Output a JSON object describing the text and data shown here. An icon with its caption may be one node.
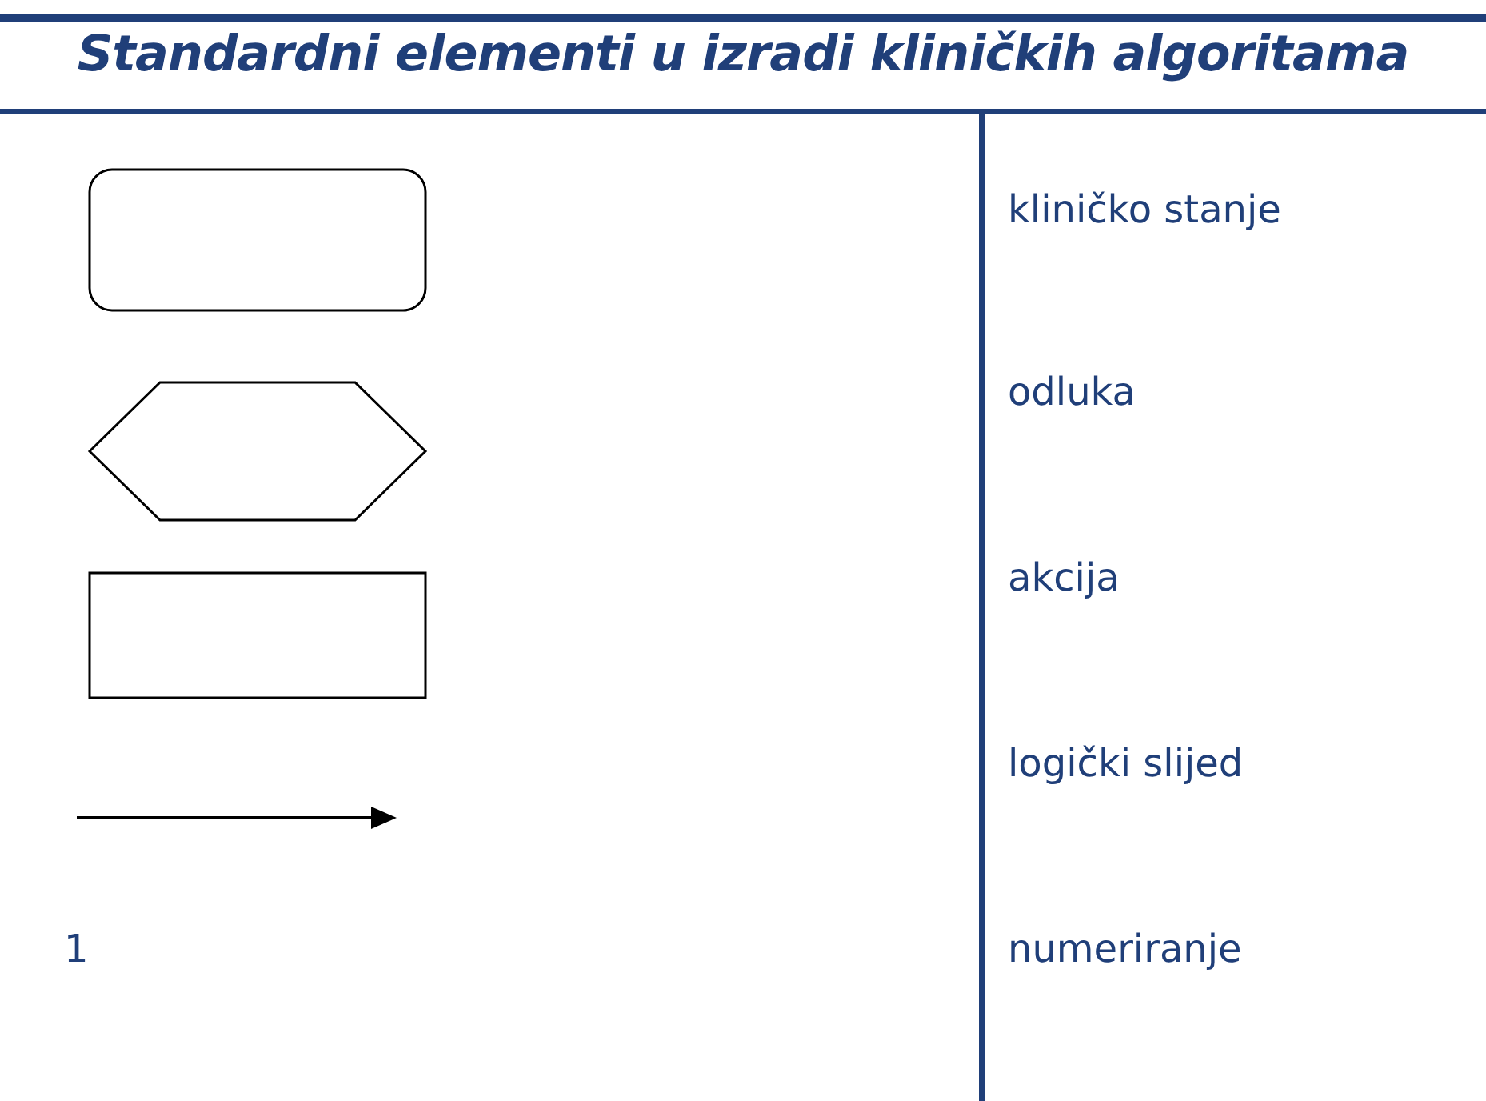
{
  "diagram": {
    "title": "Standardni elementi u izradi kliničkih algoritama",
    "legend": [
      {
        "text": "kliničko stanje"
      },
      {
        "text": "odluka"
      },
      {
        "text": "akcija"
      },
      {
        "text": "logički slijed"
      },
      {
        "text": "numeriranje"
      }
    ],
    "labels": [
      "1"
    ]
  }
}
